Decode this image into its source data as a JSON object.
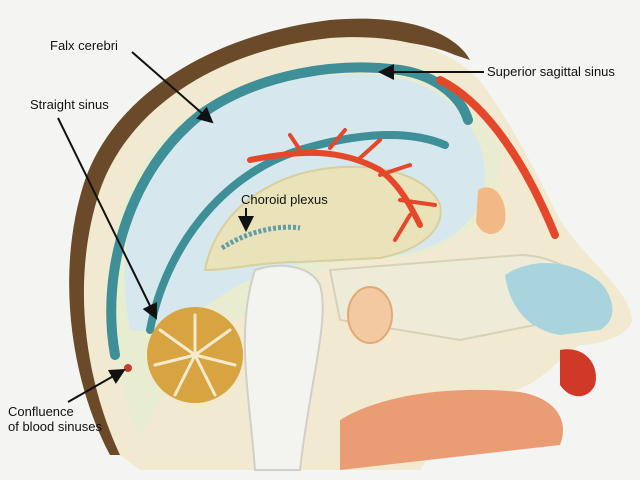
{
  "labels": {
    "falx_cerebri": "Falx cerebri",
    "superior_sagittal_sinus": "Superior sagittal sinus",
    "straight_sinus": "Straight sinus",
    "choroid_plexus": "Choroid plexus",
    "confluence_line1": "Confluence",
    "confluence_line2": "of blood sinuses"
  },
  "colors": {
    "background": "#f4f4f2",
    "scalp": "#6b4a2a",
    "skull": "#f1ead0",
    "brain": "#d6e8ee",
    "sinus": "#3f8f98",
    "artery": "#e4472a",
    "cerebellum": "#d8a441",
    "nasal": "#a9d4de"
  }
}
